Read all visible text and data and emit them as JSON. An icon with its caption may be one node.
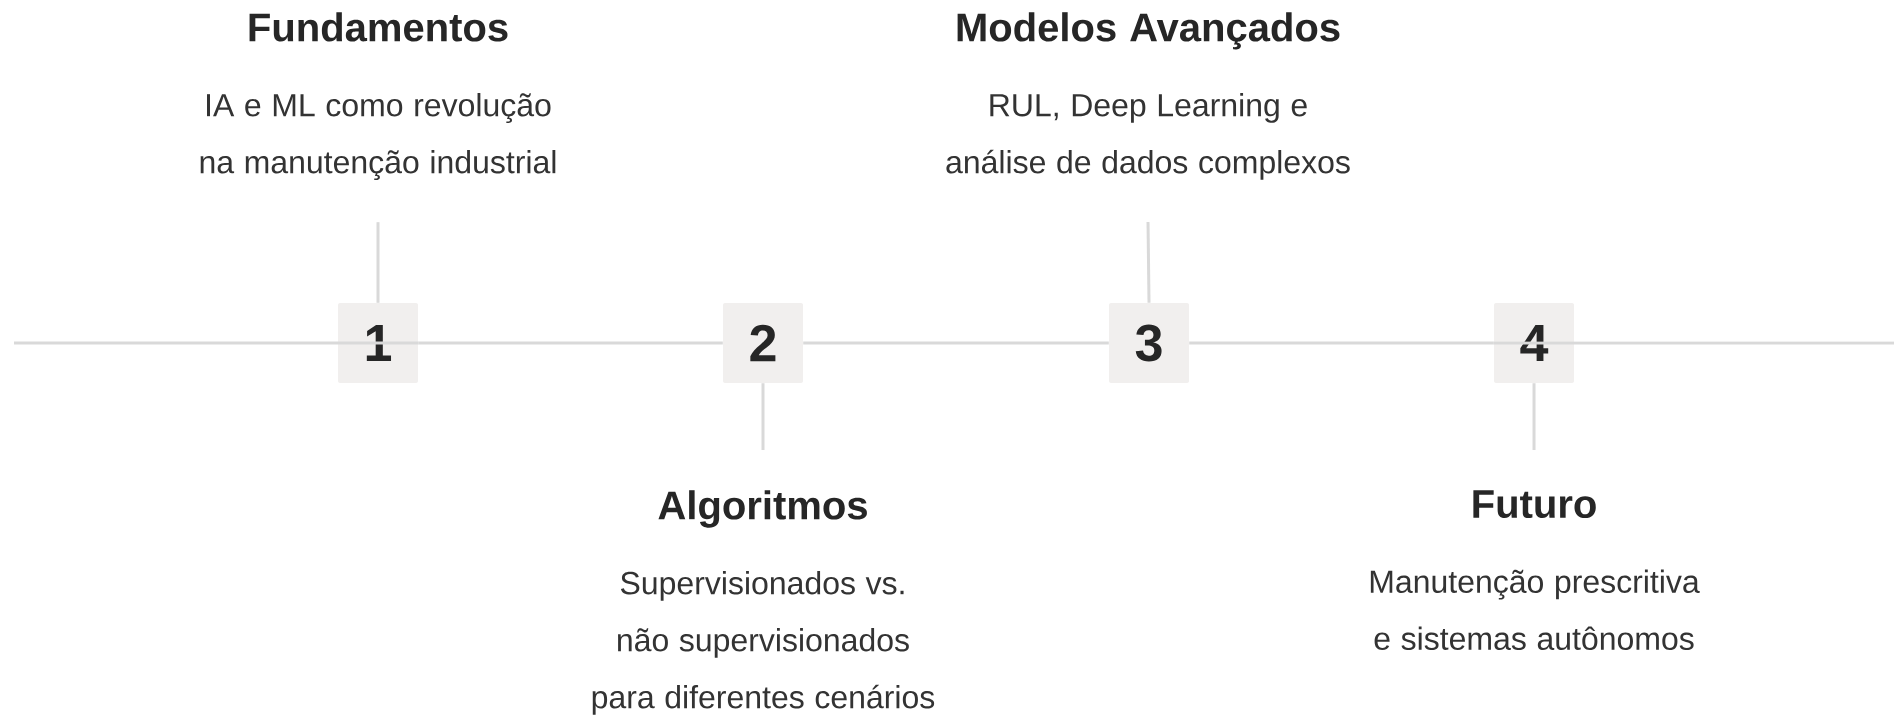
{
  "diagram": {
    "nodes": [
      {
        "text": [
          "Fundamentos",
          "IA e ML como revolução na manutenção industrial"
        ]
      },
      {
        "text": [
          "Modelos Avançados",
          "RUL, Deep Learning e análise de dados complexos"
        ]
      },
      {
        "text": [
          "1"
        ]
      },
      {
        "text": [
          "2"
        ]
      },
      {
        "text": [
          "3"
        ]
      },
      {
        "text": [
          "4"
        ]
      },
      {
        "text": [
          "Algoritmos",
          "Supervisionados vs. não supervisionados para diferentes cenários"
        ]
      },
      {
        "text": [
          "Futuro",
          "Manutenção prescritiva e sistemas autônomos"
        ]
      }
    ],
    "edges": [
      {
        "from": 0,
        "to": 2,
        "arrow": "none"
      },
      {
        "from": 1,
        "to": 4,
        "arrow": "none"
      },
      {
        "from": 3,
        "to": 6,
        "arrow": "none"
      },
      {
        "from": 5,
        "to": 7,
        "arrow": "none"
      },
      {
        "from": null,
        "to": 2,
        "arrow": "none"
      },
      {
        "from": 2,
        "to": 3,
        "arrow": "none"
      },
      {
        "from": 3,
        "to": 4,
        "arrow": "none"
      },
      {
        "from": 4,
        "to": 5,
        "arrow": "none"
      },
      {
        "from": 5,
        "to": null,
        "arrow": "none"
      }
    ]
  }
}
